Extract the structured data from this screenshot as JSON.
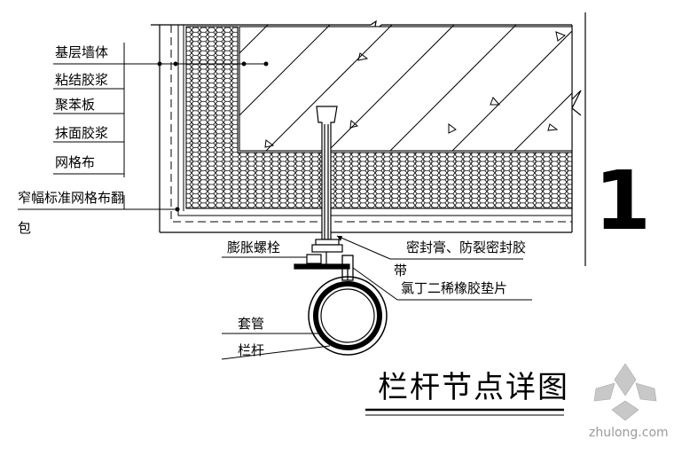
{
  "layer_labels": [
    "基层墙体",
    "粘结胶浆",
    "聚苯板",
    "抹面胶浆",
    "网格布"
  ],
  "wrap_label": {
    "line1": "窄幅标准网格布翻",
    "line2": "包"
  },
  "callouts": {
    "expansion_bolt": "膨胀螺栓",
    "sealant": "密封膏、防裂密封胶",
    "sealant_tail": "带",
    "rubber_gasket": "氯丁二稀橡胶垫片",
    "sleeve": "套管",
    "railing": "栏杆"
  },
  "detail_number": "1",
  "title": "栏杆节点详图",
  "watermark": "zhulong.com",
  "colors": {
    "line": "#000000",
    "watermark": "#9a9a9a",
    "watermark_logo": "#c8c8c8"
  }
}
